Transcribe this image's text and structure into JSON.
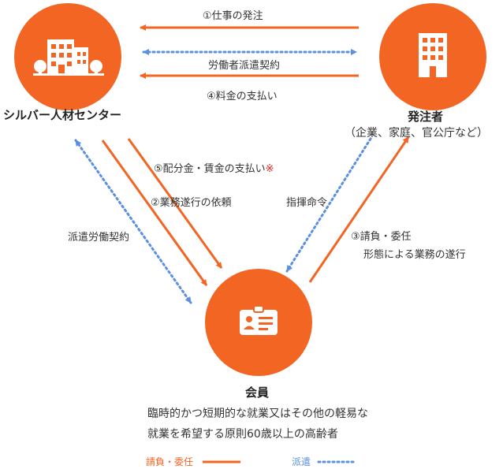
{
  "nodes": {
    "silver_center": {
      "label": "シルバー人材センター",
      "icon": "office-buildings-icon"
    },
    "client": {
      "label": "発注者",
      "sub": "（企業、家庭、官公庁など）",
      "icon": "office-tower-icon"
    },
    "member": {
      "label": "会員",
      "icon": "id-card-icon",
      "desc_line1": "臨時的かつ短期的な就業又はその他の軽易な",
      "desc_line2": "就業を希望する原則60歳以上の高齢者"
    }
  },
  "flows": {
    "order_work": "①仕事の発注",
    "dispatch_contract_top": "労働者派遣契約",
    "pay_fee": "④料金の支払い",
    "pay_wages": "⑤配分金・賃金の支払い",
    "pay_wages_mark": "※",
    "request_work": "②業務遂行の依頼",
    "dispatch_contract_left": "派遣労働契約",
    "command": "指揮命令",
    "contract_line1": "③請負・委任",
    "contract_line2": "形態による業務の遂行"
  },
  "legend": {
    "solid_label": "請負・委任",
    "dotted_label": "派遣"
  },
  "colors": {
    "orange": "#f26522",
    "blue_dotted": "#5b8fe0",
    "note_mark": "#e8231f"
  }
}
